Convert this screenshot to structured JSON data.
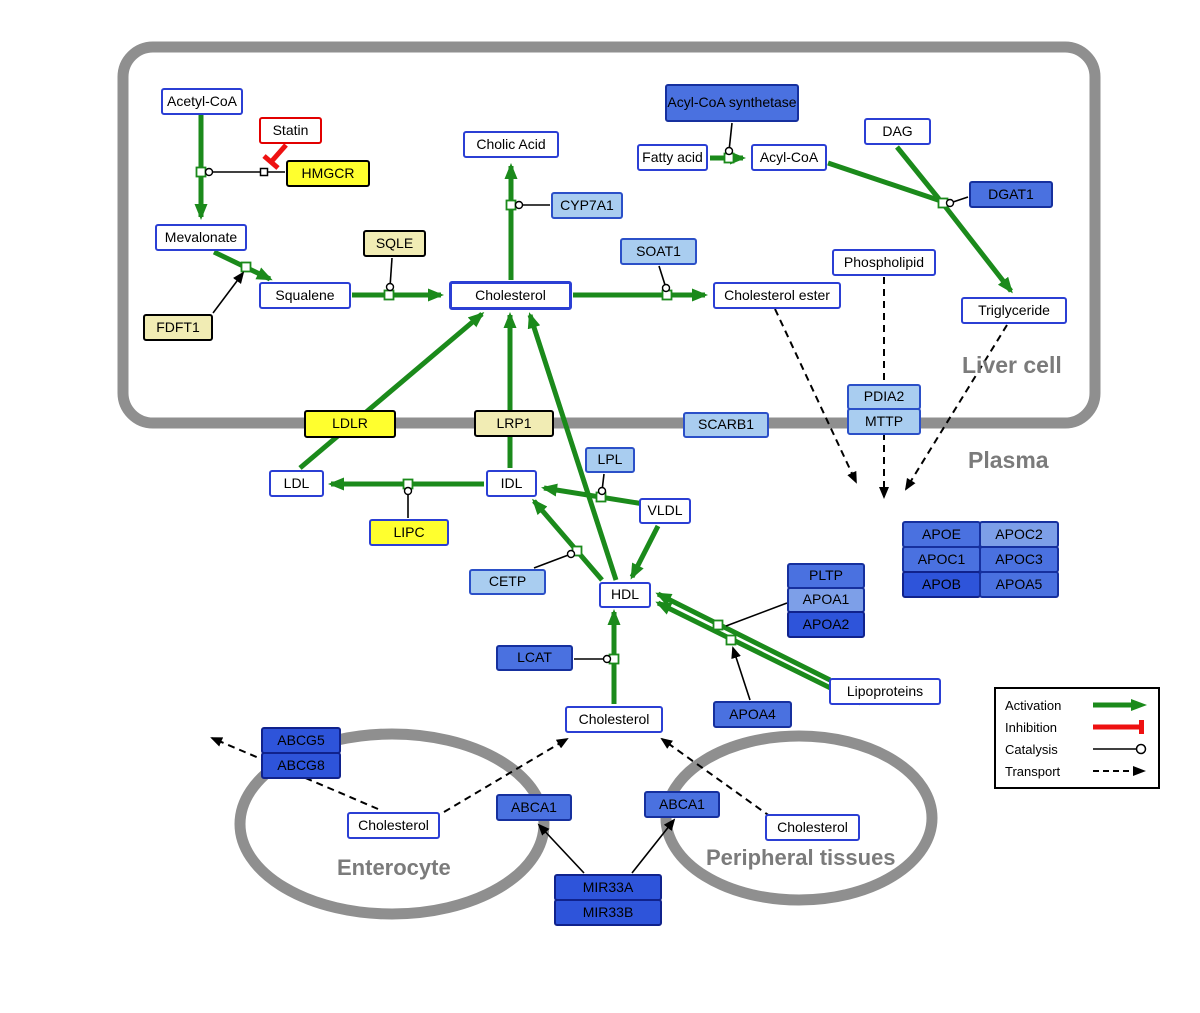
{
  "compartments": {
    "liver": "Liver cell",
    "plasma": "Plasma",
    "enterocyte": "Enterocyte",
    "peripheral": "Peripheral tissues"
  },
  "nodes": {
    "acetyl_coa": "Acetyl-CoA",
    "statin": "Statin",
    "hmgcr": "HMGCR",
    "mevalonate": "Mevalonate",
    "sqle": "SQLE",
    "squalene": "Squalene",
    "fdft1": "FDFT1",
    "cholesterol_liver": "Cholesterol",
    "cholic_acid": "Cholic Acid",
    "cyp7a1": "CYP7A1",
    "soat1": "SOAT1",
    "cholesterol_ester": "Cholesterol ester",
    "acyl_coa_synthetase": "Acyl-CoA synthetase",
    "fatty_acid": "Fatty acid",
    "acyl_coa": "Acyl-CoA",
    "dag": "DAG",
    "dgat1": "DGAT1",
    "phospholipid": "Phospholipid",
    "triglyceride": "Triglyceride",
    "pdia2": "PDIA2",
    "mttp": "MTTP",
    "ldlr": "LDLR",
    "lrp1": "LRP1",
    "scarb1": "SCARB1",
    "ldl": "LDL",
    "idl": "IDL",
    "lpl": "LPL",
    "vldl": "VLDL",
    "lipc": "LIPC",
    "cetp": "CETP",
    "hdl": "HDL",
    "pltp": "PLTP",
    "apoa1": "APOA1",
    "apoa2": "APOA2",
    "apoe": "APOE",
    "apoc2": "APOC2",
    "apoc1": "APOC1",
    "apoc3": "APOC3",
    "apob": "APOB",
    "apoa5": "APOA5",
    "lcat": "LCAT",
    "apoa4": "APOA4",
    "lipoproteins": "Lipoproteins",
    "cholesterol_plasma": "Cholesterol",
    "abcg5": "ABCG5",
    "abcg8": "ABCG8",
    "cholesterol_enterocyte": "Cholesterol",
    "abca1_left": "ABCA1",
    "abca1_right": "ABCA1",
    "cholesterol_peripheral": "Cholesterol",
    "mir33a": "MIR33A",
    "mir33b": "MIR33B"
  },
  "legend": {
    "activation": "Activation",
    "inhibition": "Inhibition",
    "catalysis": "Catalysis",
    "transport": "Transport"
  },
  "colors": {
    "activation": "#1b8a1b",
    "inhibition": "#ee1111",
    "transport": "#000000",
    "membrane": "#8f8f8f",
    "gene_blue": "#4a71e0",
    "gene_dark_blue": "#2e54da",
    "gene_light_blue": "#a9cdf0",
    "gene_yellow": "#ffff2e",
    "gene_pale_yellow": "#f1ecb4",
    "metabolite_border": "#2b3fd4"
  }
}
